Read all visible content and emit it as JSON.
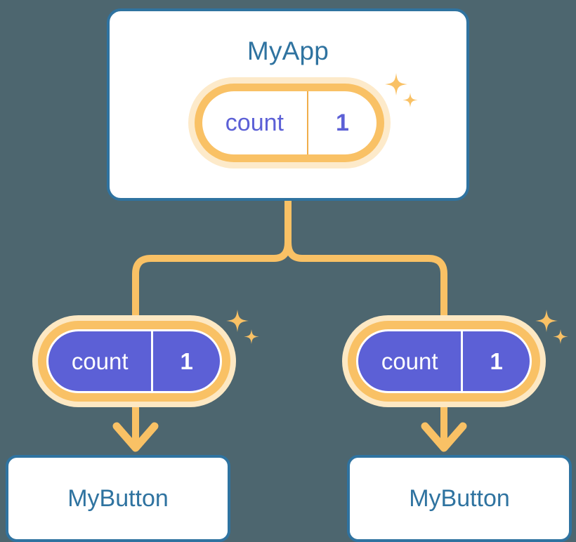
{
  "theme": {
    "background": "#4d666f",
    "card_border": "#2f73a0",
    "card_fill": "#ffffff",
    "title_text": "#2f73a0",
    "accent_orange": "#f9c165",
    "accent_orange_soft": "#fde8c3",
    "state_purple": "#5c60d6",
    "state_text_light": "#ffffff"
  },
  "diagram": {
    "type": "component-tree",
    "root": {
      "name": "app-card",
      "title": "MyApp",
      "state": {
        "key": "count",
        "value": "1"
      }
    },
    "children": [
      {
        "name": "button-left",
        "label": "MyButton",
        "state": {
          "key": "count",
          "value": "1"
        }
      },
      {
        "name": "button-right",
        "label": "MyButton",
        "state": {
          "key": "count",
          "value": "1"
        }
      }
    ],
    "connectors": {
      "root_to_branch": "vertical-tee",
      "state_to_button": "down-arrow"
    },
    "decorations": {
      "sparkle_icon": "sparkle-icon",
      "sparkle_count_per_group": 2
    }
  }
}
